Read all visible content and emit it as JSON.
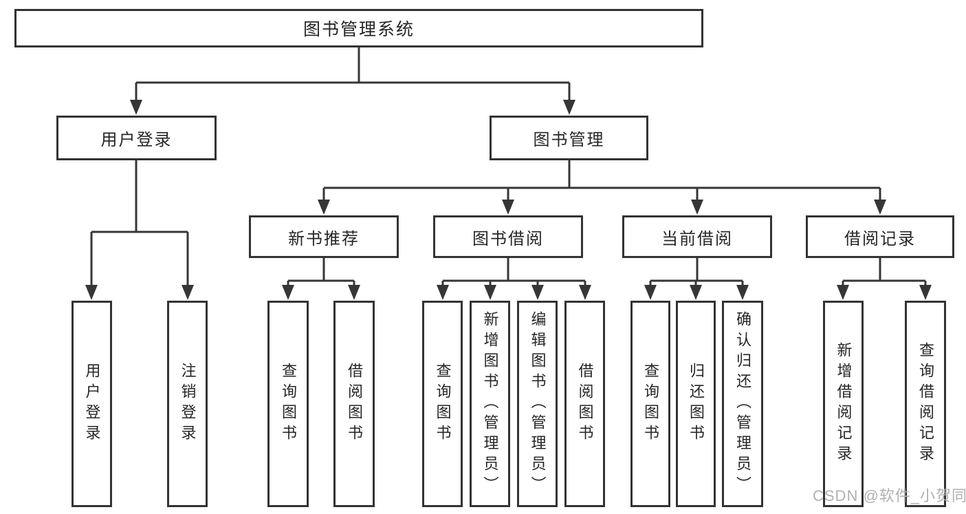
{
  "tree": {
    "label": "图书管理系统",
    "children": [
      {
        "label": "用户登录",
        "children": [
          {
            "label": "用户登录"
          },
          {
            "label": "注销登录"
          }
        ]
      },
      {
        "label": "图书管理",
        "children": [
          {
            "label": "新书推荐",
            "children": [
              {
                "label": "查询图书"
              },
              {
                "label": "借阅图书"
              }
            ]
          },
          {
            "label": "图书借阅",
            "children": [
              {
                "label": "查询图书"
              },
              {
                "label": "新增图书（管理员）"
              },
              {
                "label": "编辑图书（管理员）"
              },
              {
                "label": "借阅图书"
              }
            ]
          },
          {
            "label": "当前借阅",
            "children": [
              {
                "label": "查询图书"
              },
              {
                "label": "归还图书"
              },
              {
                "label": "确认归还（管理员）"
              }
            ]
          },
          {
            "label": "借阅记录",
            "children": [
              {
                "label": "新增借阅记录"
              },
              {
                "label": "查询借阅记录"
              }
            ]
          }
        ]
      }
    ]
  },
  "watermark": "CSDN @软件_小贺同学",
  "colors": {
    "line": "#363636",
    "box_border": "#333333",
    "text": "#262626",
    "watermark": "#b0b0b0",
    "background": "#ffffff"
  }
}
